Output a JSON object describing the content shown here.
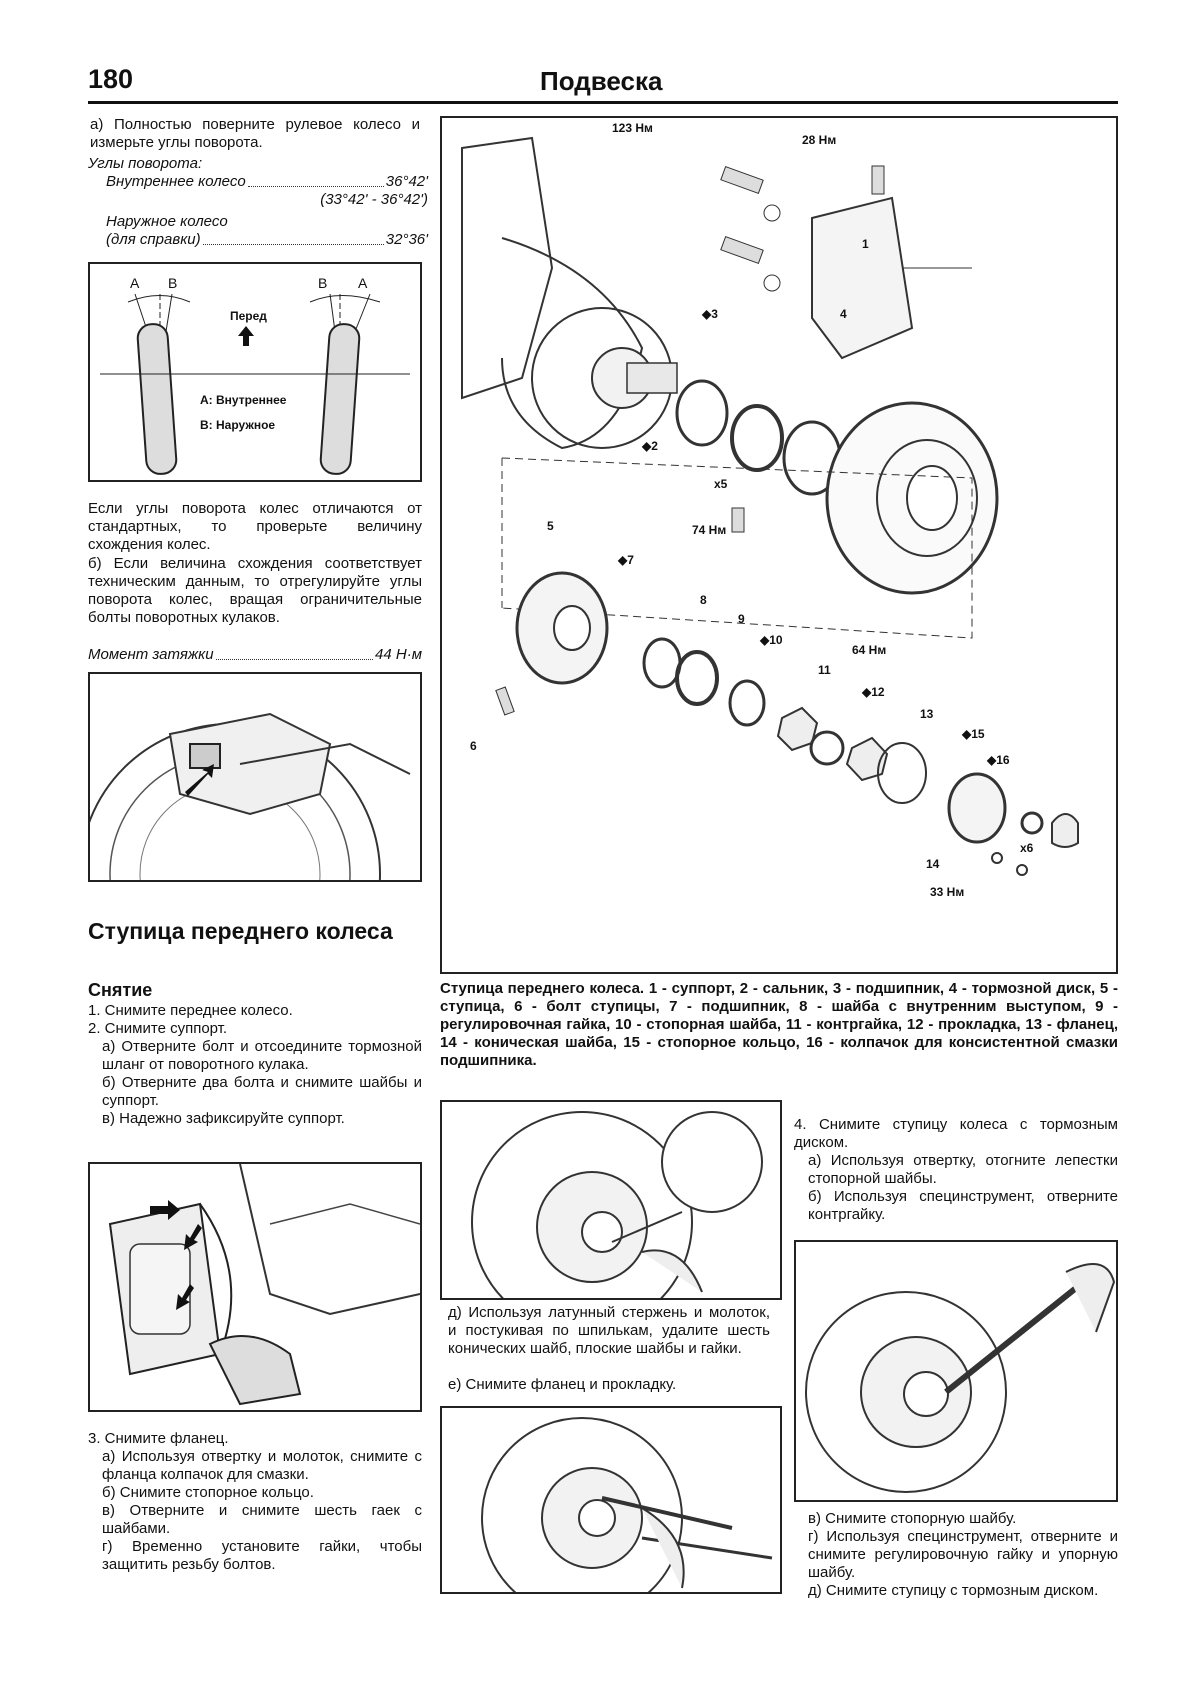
{
  "header": {
    "page_number": "180",
    "title": "Подвеска"
  },
  "left": {
    "step_a": "а) Полностью поверните рулевое колесо и измерьте углы поворота.",
    "spec_title": "Углы поворота:",
    "inner_label": "Внутреннее колесо",
    "inner_value": "36°42'",
    "inner_range": "(33°42' - 36°42')",
    "outer_label_1": "Наружное колесо",
    "outer_label_2": "(для справки)",
    "outer_value": "32°36'",
    "diagram": {
      "label_a_left": "A",
      "label_b_left": "B",
      "label_b_right": "B",
      "label_a_right": "A",
      "front_label": "Перед",
      "legend_a": "A: Внутреннее",
      "legend_b": "B: Наружное"
    },
    "para_check": "Если углы поворота колес отличаются от стандартных, то проверьте величину схождения колес.",
    "para_b": "б) Если величина схождения соответствует техническим данным, то отрегулируйте углы поворота колес, вращая ограничительные болты поворотных кулаков.",
    "torque_label": "Момент затяжки",
    "torque_value": "44 Н·м",
    "section_title": "Ступица переднего колеса",
    "subsection_title": "Снятие",
    "removal": [
      "1. Снимите переднее колесо.",
      "2. Снимите суппорт.",
      "а) Отверните болт и отсоедините тормозной шланг от поворотного кулака.",
      "б) Отверните два болта и снимите шайбы и суппорт.",
      "в) Надежно зафиксируйте суппорт."
    ],
    "flange_steps": [
      "3. Снимите фланец.",
      "а) Используя отвертку и молоток, снимите с фланца колпачок для смазки.",
      "б) Снимите стопорное кольцо.",
      "в) Отверните и снимите шесть гаек с шайбами.",
      "г) Временно установите гайки, чтобы защитить резьбу болтов."
    ]
  },
  "exploded": {
    "torque_123": "123 Нм",
    "torque_28": "28 Нм",
    "torque_74": "74 Нм",
    "torque_64": "64 Нм",
    "torque_33": "33 Нм",
    "x5": "x5",
    "x6": "x6",
    "labels": [
      "1",
      "◆2",
      "◆3",
      "4",
      "5",
      "6",
      "◆7",
      "8",
      "9",
      "◆10",
      "11",
      "◆12",
      "13",
      "14",
      "◆15",
      "◆16"
    ],
    "caption": "Ступица переднего колеса. 1 - суппорт, 2 - сальник, 3 - подшипник, 4 - тормозной диск, 5 - ступица, 6 - болт ступицы, 7 - подшипник, 8 - шайба с внутренним выступом, 9 - регулировочная гайка, 10 - стопорная шайба, 11 - контргайка, 12 - прокладка, 13 - фланец, 14 - коническая шайба, 15 - стопорное кольцо, 16 - колпачок для консистентной смазки подшипника."
  },
  "middle": {
    "step_d": "д) Используя латунный стержень и молоток, и постукивая по шпилькам, удалите шесть конических шайб, плоские шайбы и гайки.",
    "step_e": "е) Снимите фланец и прокладку."
  },
  "right": {
    "step4": "4. Снимите ступицу колеса с тормозным диском.",
    "step4_a": "а) Используя отвертку, отогните лепестки стопорной шайбы.",
    "step4_b": "б) Используя специнструмент, отверните контргайку.",
    "step4_c": "в) Снимите стопорную шайбу.",
    "step4_g": "г) Используя специнструмент, отверните и снимите регулировочную гайку и упорную шайбу.",
    "step4_d": "д) Снимите ступицу с тормозным диском."
  }
}
